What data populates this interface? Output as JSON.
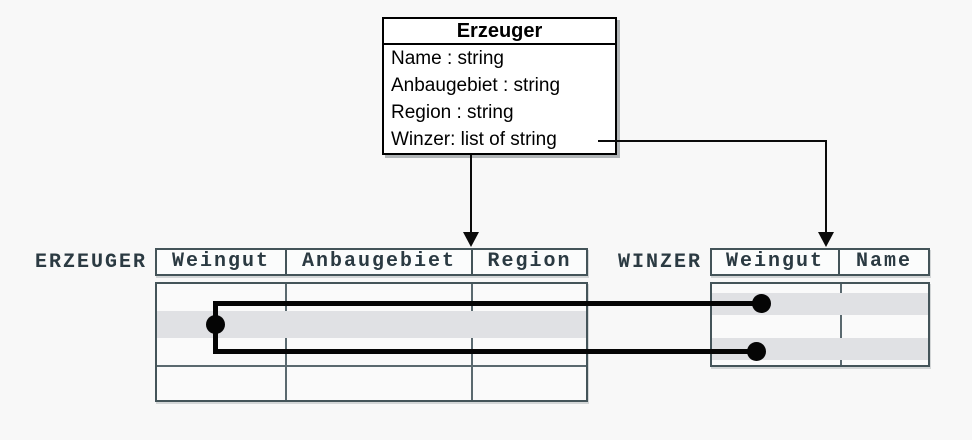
{
  "page": {
    "background": "#f8f8f8"
  },
  "colors": {
    "class_box_border": "#000000",
    "class_box_fill": "#ffffff",
    "table_border": "#445459",
    "header_text": "#2b3a42",
    "row_highlight": "#e0e1e4",
    "connector": "#050505"
  },
  "class_box": {
    "title": "Erzeuger",
    "attributes": [
      "Name : string",
      "Anbaugebiet : string",
      "Region : string",
      "Winzer: list of string"
    ]
  },
  "erzeuger_table": {
    "label": "ERZEUGER",
    "columns": [
      "Weingut",
      "Anbaugebiet",
      "Region"
    ],
    "body_rows": 4,
    "highlighted_row_index": 1
  },
  "winzer_table": {
    "label": "WINZER",
    "columns": [
      "Weingut",
      "Name"
    ],
    "body_rows": 4,
    "highlighted_row_indexes": [
      1,
      3
    ]
  }
}
